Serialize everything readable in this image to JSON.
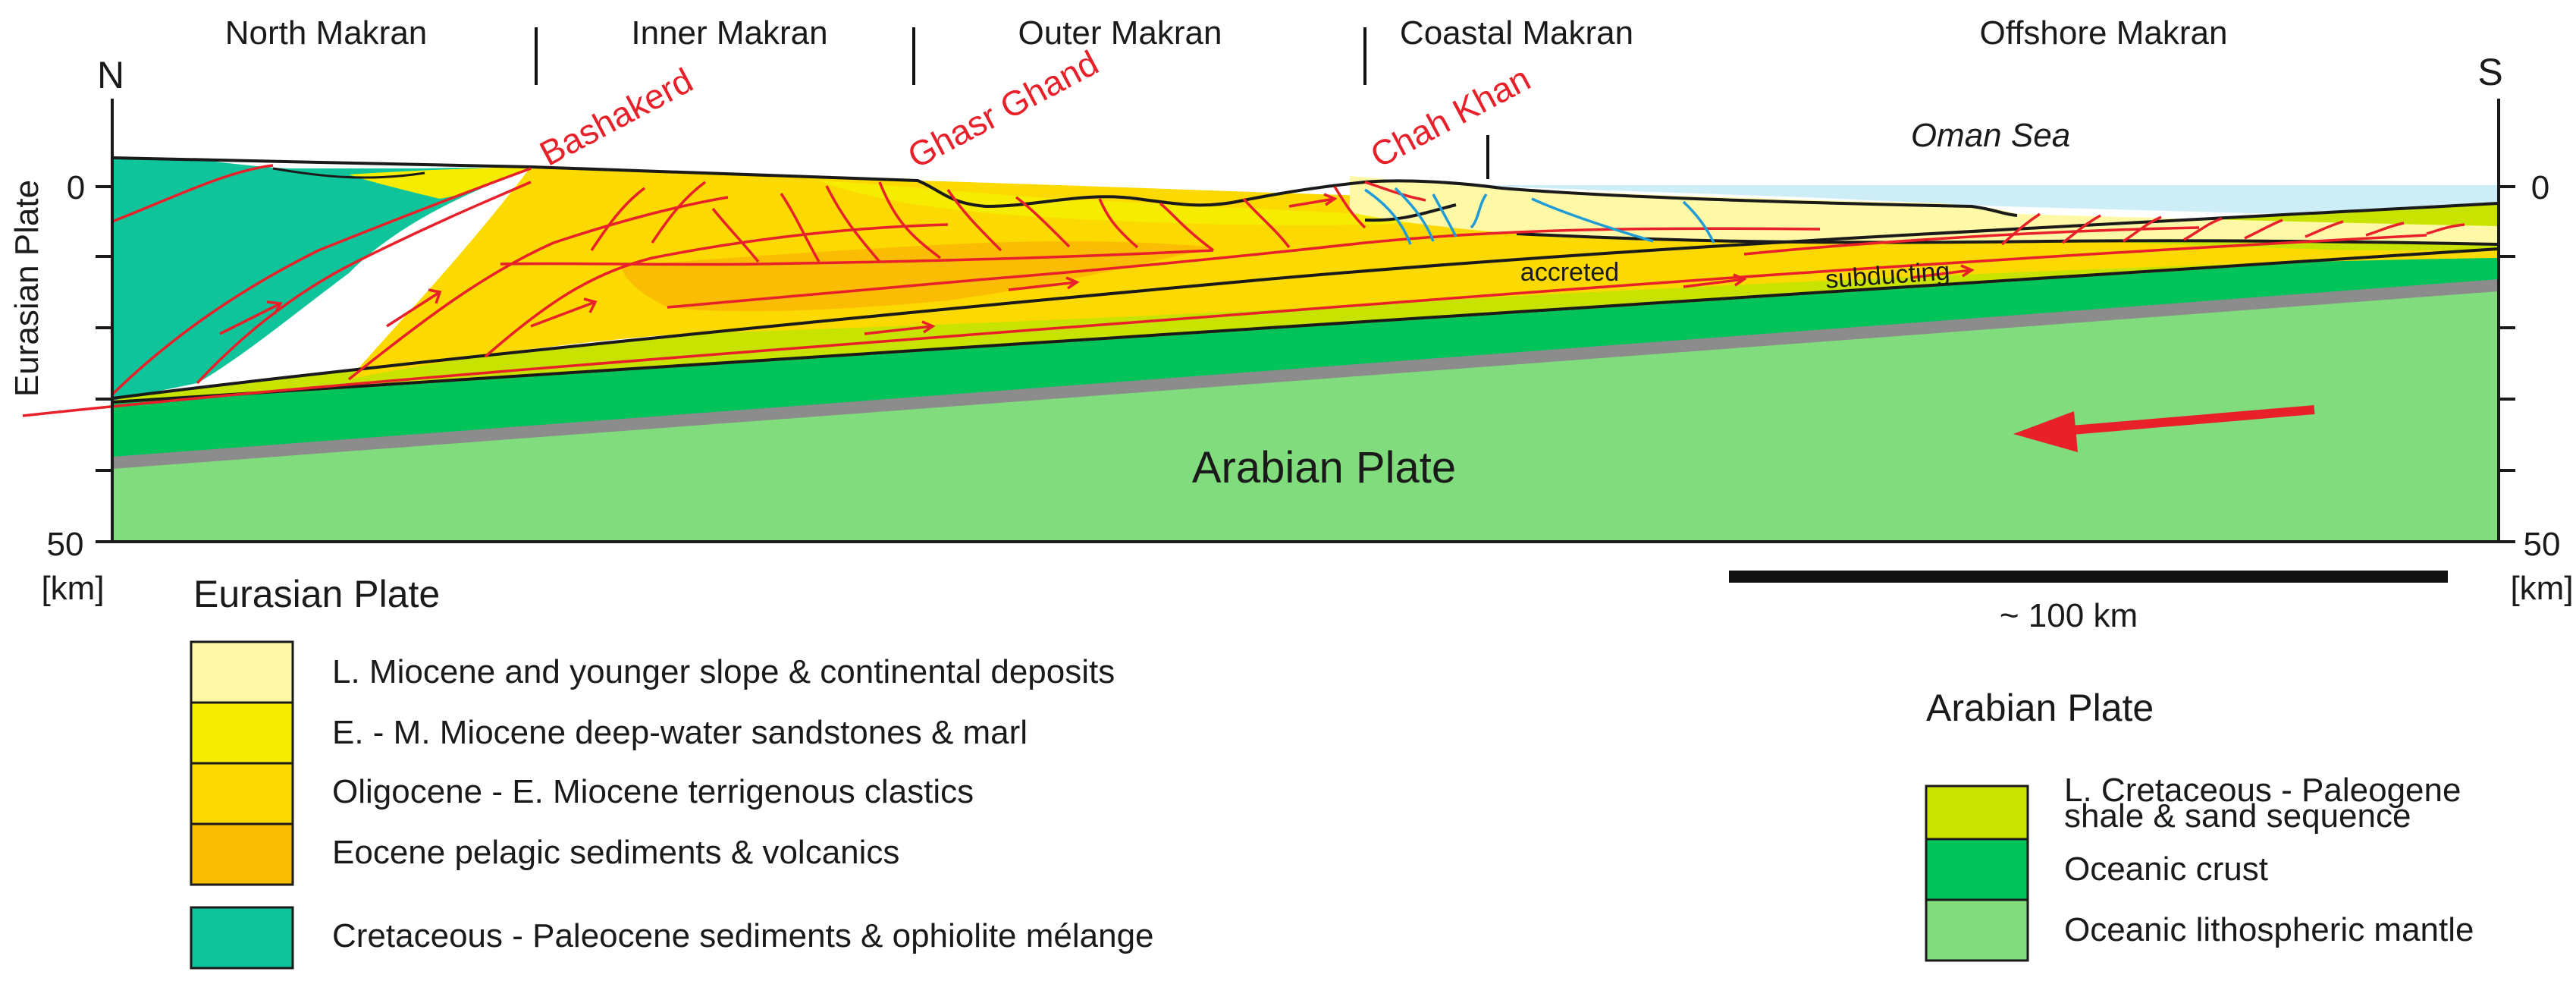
{
  "regions": [
    "North Makran",
    "Inner Makran",
    "Outer Makran",
    "Coastal Makran",
    "Offshore Makran"
  ],
  "compass": {
    "north": "N",
    "south": "S"
  },
  "axis": {
    "left_label": "Eurasian Plate",
    "tick_top": "0",
    "tick_bottom": "50",
    "unit": "[km]"
  },
  "fault_labels": [
    "Bashakerd",
    "Ghasr Ghand",
    "Chah Khan"
  ],
  "sea_label": "Oman Sea",
  "layer_labels": {
    "accreted": "accreted",
    "subducting": "subducting",
    "plate": "Arabian Plate"
  },
  "scale_bar": {
    "label": "~ 100 km"
  },
  "legend_eurasian": {
    "title": "Eurasian Plate",
    "items": [
      {
        "label": "L. Miocene and younger slope & continental deposits",
        "color": "#fff8a6"
      },
      {
        "label": "E. - M. Miocene deep-water sandstones & marl",
        "color": "#f5ec00"
      },
      {
        "label": "Oligocene - E. Miocene terrigenous clastics",
        "color": "#fcd900"
      },
      {
        "label": "Eocene pelagic sediments & volcanics",
        "color": "#fbbc04"
      },
      {
        "label": "Cretaceous - Paleocene sediments & ophiolite mélange",
        "color": "#0fc39a"
      }
    ]
  },
  "legend_arabian": {
    "title": "Arabian Plate",
    "items": [
      {
        "label_line1": "L. Cretaceous - Paleogene",
        "label_line2": "shale & sand sequence",
        "color": "#c8e300"
      },
      {
        "label": "Oceanic crust",
        "color": "#00c35a"
      },
      {
        "label": "Oceanic lithospheric mantle",
        "color": "#80dc7c"
      }
    ]
  },
  "colors": {
    "fault": "#e8202a",
    "blue_fault": "#1f9bd7",
    "sea": "#cdeef7",
    "gray_band": "#8c8c8c"
  }
}
